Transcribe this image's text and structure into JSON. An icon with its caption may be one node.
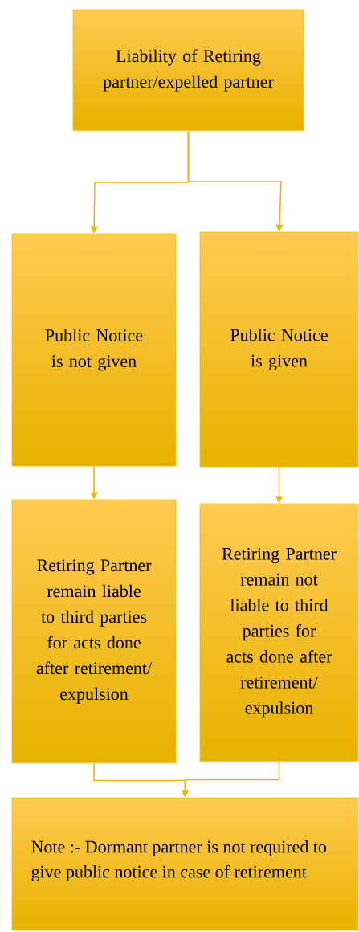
{
  "diagram": {
    "nodes": [
      {
        "text": [
          "Liability of Retiring partner/expelled partner"
        ]
      },
      {
        "text": [
          "Public Notice is not given"
        ]
      },
      {
        "text": [
          "Public Notice is given"
        ]
      },
      {
        "text": [
          "Retiring Partner remain liable to third parties for acts done after retirement/ expulsion"
        ]
      },
      {
        "text": [
          "Retiring Partner remain not liable to third parties for acts done after retirement/ expulsion"
        ]
      },
      {
        "text": [
          "Note :- Dormant partner is not required to give public notice in case of retirement"
        ]
      }
    ],
    "edges": [
      {
        "from": 0,
        "to": 1,
        "arrow": "to"
      },
      {
        "from": 0,
        "to": 2,
        "arrow": "to"
      },
      {
        "from": 1,
        "to": 3,
        "arrow": "to"
      },
      {
        "from": 2,
        "to": 4,
        "arrow": "to"
      },
      {
        "from": 3,
        "to": 5,
        "arrow": "to"
      },
      {
        "from": 4,
        "to": 5,
        "arrow": "to"
      }
    ]
  }
}
